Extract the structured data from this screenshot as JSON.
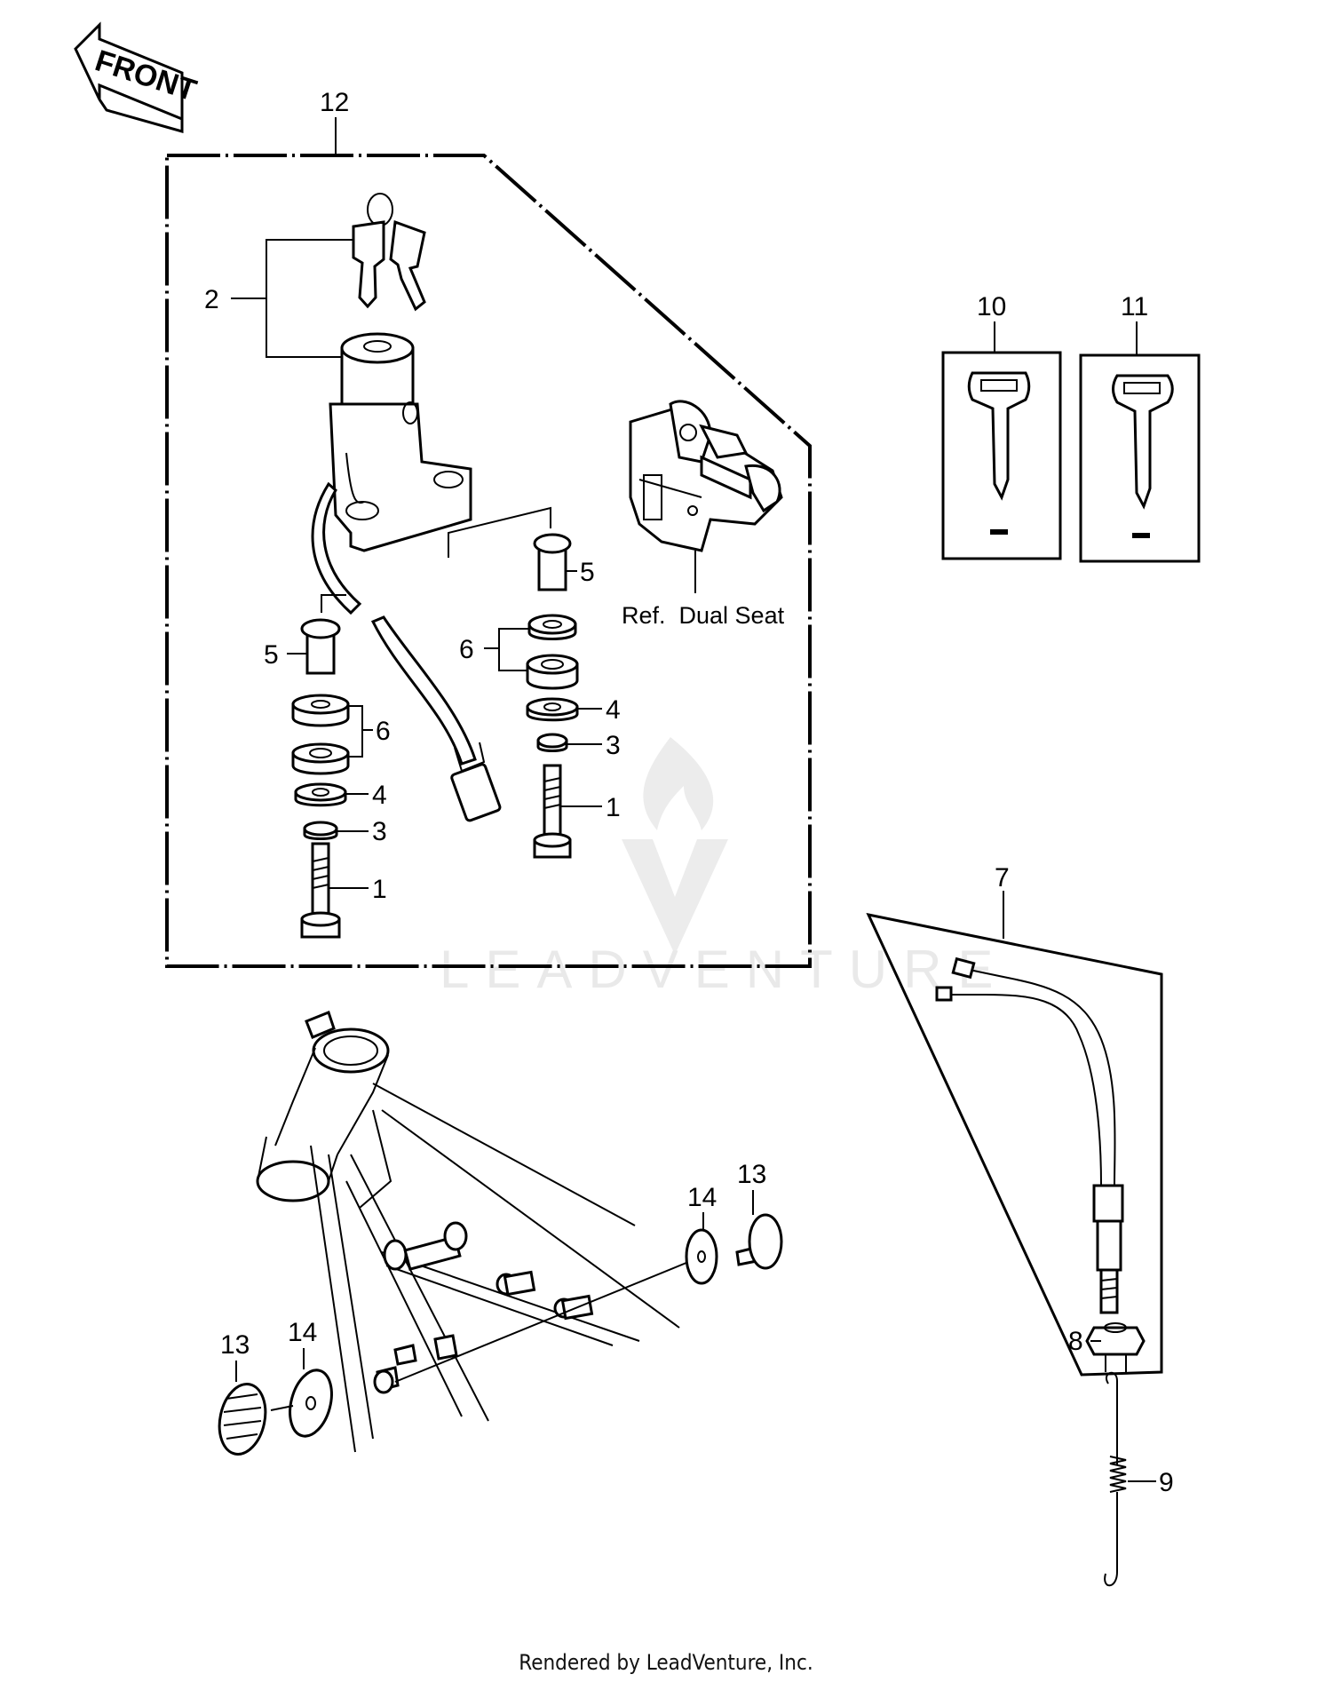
{
  "front_arrow": {
    "label": "FRONT"
  },
  "callouts": {
    "c1a": "1",
    "c1b": "1",
    "c2": "2",
    "c3a": "3",
    "c3b": "3",
    "c4a": "4",
    "c4b": "4",
    "c5a": "5",
    "c5b": "5",
    "c6a": "6",
    "c6b": "6",
    "c7": "7",
    "c8": "8",
    "c9": "9",
    "c10": "10",
    "c11": "11",
    "c12": "12",
    "c13a": "13",
    "c13b": "13",
    "c14a": "14",
    "c14b": "14"
  },
  "reference_label": "Ref.  Dual Seat",
  "watermark": "LEADVENTURE",
  "footer": "Rendered by LeadVenture, Inc."
}
